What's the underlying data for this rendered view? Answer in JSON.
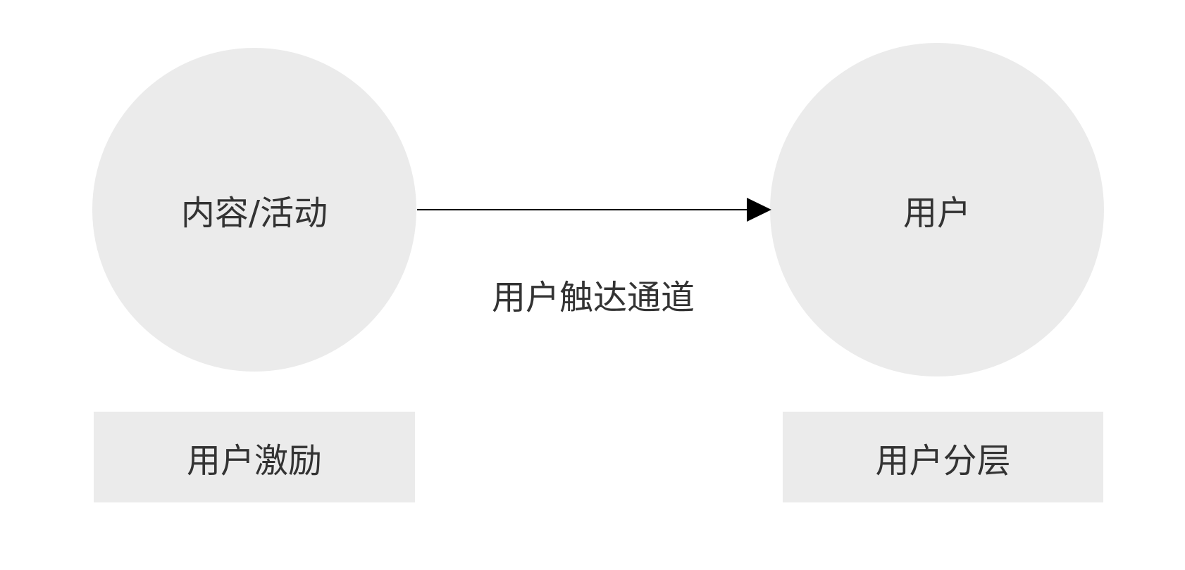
{
  "nodes": {
    "source": "内容/活动",
    "target": "用户"
  },
  "edge": {
    "label": "用户触达通道"
  },
  "boxes": {
    "left": "用户激励",
    "right": "用户分层"
  },
  "colors": {
    "node_fill": "#ebebeb",
    "text": "#333333",
    "arrow": "#000000"
  }
}
